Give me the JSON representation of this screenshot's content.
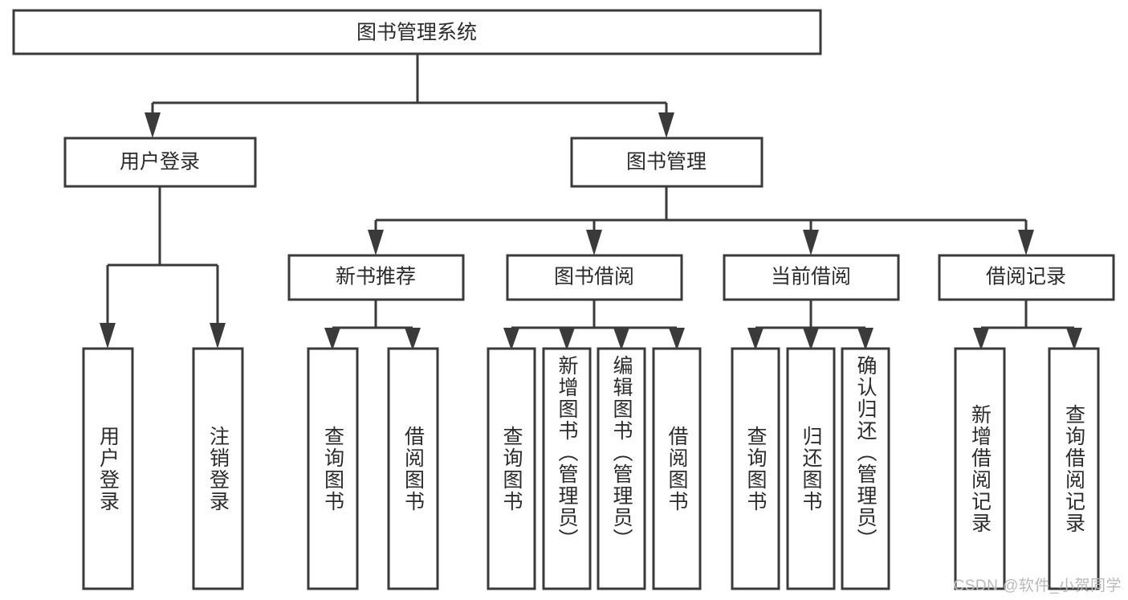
{
  "diagram": {
    "type": "tree-hierarchy",
    "title": "图书管理系统",
    "orientation": "top-down",
    "watermark": "CSDN @软件_小贺同学",
    "colors": {
      "box_fill": "#ffffff",
      "box_stroke": "#3a3a3a",
      "connector": "#3a3a3a",
      "text": "#2b2b2b",
      "background": "#ffffff",
      "watermark": "#b9b9b9"
    },
    "root": {
      "id": "root",
      "label": "图书管理系统",
      "text_orientation": "horizontal"
    },
    "level2": [
      {
        "id": "user-login",
        "label": "用户登录",
        "text_orientation": "horizontal"
      },
      {
        "id": "book-manage",
        "label": "图书管理",
        "text_orientation": "horizontal"
      }
    ],
    "level3": [
      {
        "id": "new-book-recommend",
        "label": "新书推荐",
        "parent": "book-manage",
        "text_orientation": "horizontal"
      },
      {
        "id": "book-borrow",
        "label": "图书借阅",
        "parent": "book-manage",
        "text_orientation": "horizontal"
      },
      {
        "id": "current-borrow",
        "label": "当前借阅",
        "parent": "book-manage",
        "text_orientation": "horizontal"
      },
      {
        "id": "borrow-record",
        "label": "借阅记录",
        "parent": "book-manage",
        "text_orientation": "horizontal"
      }
    ],
    "leaves": [
      {
        "id": "leaf-user-login",
        "label": "用户登录",
        "parent": "user-login",
        "text_orientation": "vertical"
      },
      {
        "id": "leaf-logout-login",
        "label": "注销登录",
        "parent": "user-login",
        "text_orientation": "vertical"
      },
      {
        "id": "leaf-query-book-1",
        "label": "查询图书",
        "parent": "new-book-recommend",
        "text_orientation": "vertical"
      },
      {
        "id": "leaf-borrow-book-1",
        "label": "借阅图书",
        "parent": "new-book-recommend",
        "text_orientation": "vertical"
      },
      {
        "id": "leaf-query-book-2",
        "label": "查询图书",
        "parent": "book-borrow",
        "text_orientation": "vertical"
      },
      {
        "id": "leaf-add-book-admin",
        "label": "新增图书（管理员）",
        "parent": "book-borrow",
        "text_orientation": "vertical"
      },
      {
        "id": "leaf-edit-book-admin",
        "label": "编辑图书（管理员）",
        "parent": "book-borrow",
        "text_orientation": "vertical"
      },
      {
        "id": "leaf-borrow-book-2",
        "label": "借阅图书",
        "parent": "book-borrow",
        "text_orientation": "vertical"
      },
      {
        "id": "leaf-query-book-3",
        "label": "查询图书",
        "parent": "current-borrow",
        "text_orientation": "vertical"
      },
      {
        "id": "leaf-return-book",
        "label": "归还图书",
        "parent": "current-borrow",
        "text_orientation": "vertical"
      },
      {
        "id": "leaf-confirm-return-admin",
        "label": "确认归还（管理员）",
        "parent": "current-borrow",
        "text_orientation": "vertical"
      },
      {
        "id": "leaf-add-borrow-record",
        "label": "新增借阅记录",
        "parent": "borrow-record",
        "text_orientation": "vertical"
      },
      {
        "id": "leaf-query-borrow-record",
        "label": "查询借阅记录",
        "parent": "borrow-record",
        "text_orientation": "vertical"
      }
    ]
  }
}
